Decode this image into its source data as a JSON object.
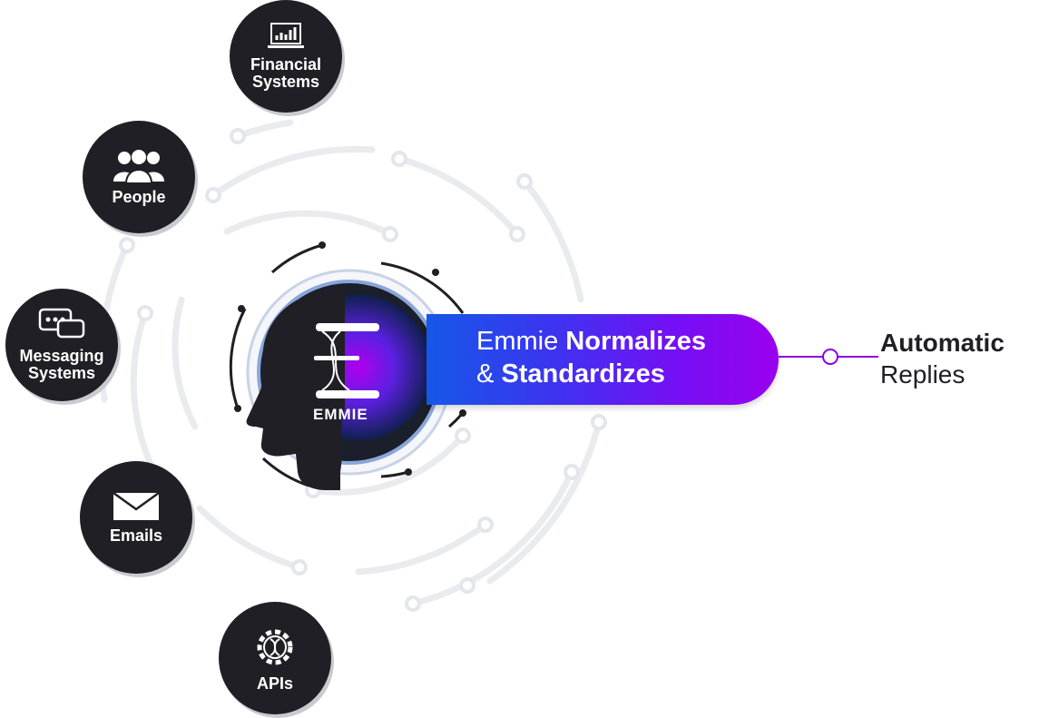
{
  "sources": [
    {
      "label_line1": "Financial",
      "label_line2": "Systems",
      "icon": "laptop-chart-icon"
    },
    {
      "label_line1": "People",
      "label_line2": "",
      "icon": "people-group-icon"
    },
    {
      "label_line1": "Messaging",
      "label_line2": "Systems",
      "icon": "chat-bubbles-icon"
    },
    {
      "label_line1": "Emails",
      "label_line2": "",
      "icon": "envelope-icon"
    },
    {
      "label_line1": "APIs",
      "label_line2": "",
      "icon": "gear-dna-icon"
    }
  ],
  "center": {
    "logo_text": "EMMIE"
  },
  "process": {
    "line1_light": "Emmie ",
    "line1_bold": "Normalizes",
    "line2_light": "& ",
    "line2_bold": "Standardizes"
  },
  "output": {
    "line1": "Automatic",
    "line2": "Replies"
  },
  "colors": {
    "node": "#1f1f25",
    "gradient_start": "#1657e8",
    "gradient_end": "#9a00ee",
    "connector": "#8a00e6",
    "circuit": "#e8eaef"
  }
}
